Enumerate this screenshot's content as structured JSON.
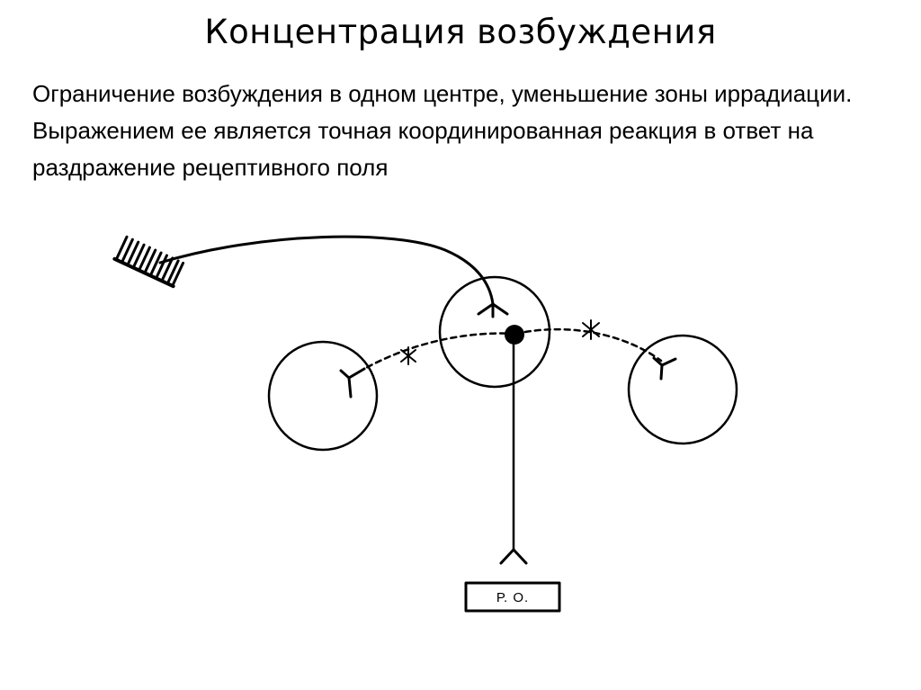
{
  "slide": {
    "title": "Концентрация возбуждения",
    "body": "Ограничение возбуждения в одном центре, уменьшение зоны иррадиации. Выражением ее является точная координированная реакция в ответ на раздражение рецептивного поля"
  },
  "diagram": {
    "output_box_label": "Р. О."
  }
}
